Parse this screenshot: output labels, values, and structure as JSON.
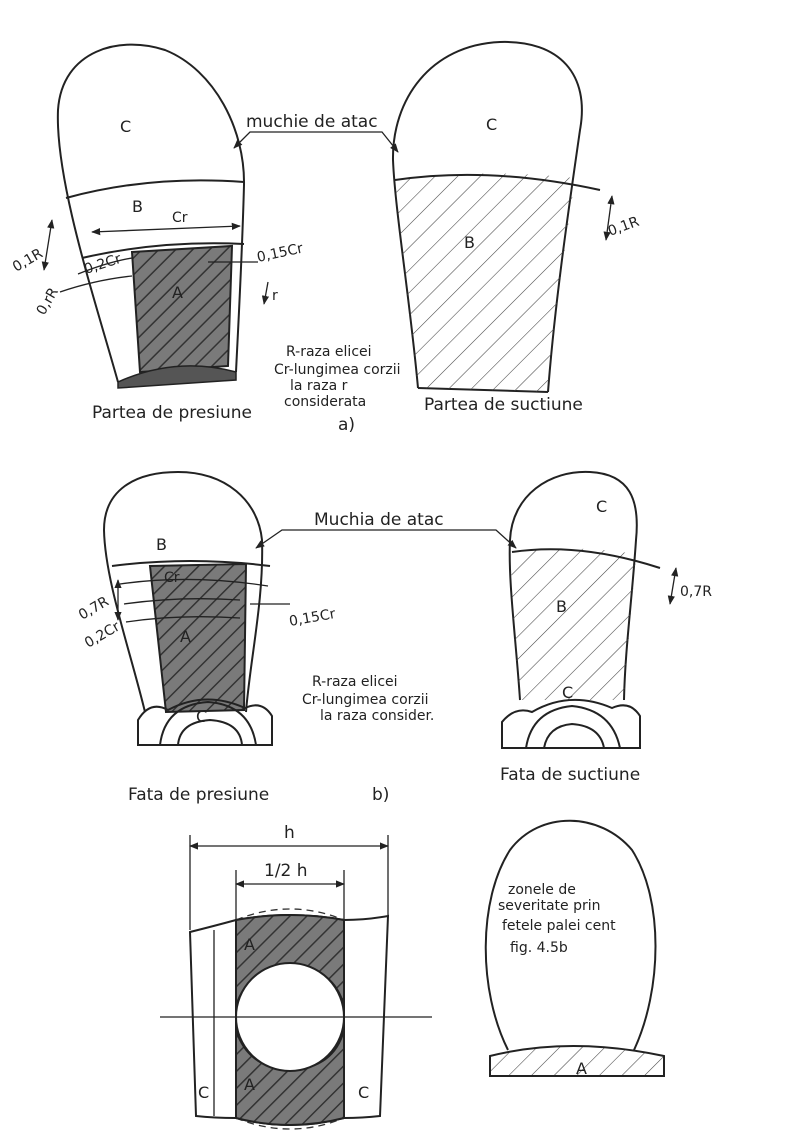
{
  "diagram_a": {
    "zone_c_left": "C",
    "zone_c_right": "C",
    "zone_b_left": "B",
    "zone_b_right": "B",
    "zone_a": "A",
    "leading_edge_label": "muchie de atac",
    "dim_cr": "Cr",
    "dim_01r_left": "0,1R",
    "dim_02cr": "0,2Cr",
    "dim_015cr": "0,15Cr",
    "dim_r": "r",
    "dim_01r_right": "0,1R",
    "dim_0rr": "0,rR",
    "note_line1": "R-raza elicei",
    "note_line2": "Cr-lungimea corzii",
    "note_line3": "la raza r",
    "note_line4": "considerata",
    "caption_left": "Partea de presiune",
    "caption_right": "Partea de suctiune",
    "caption_letter": "a)"
  },
  "diagram_b": {
    "zone_b_left": "B",
    "zone_c_left": "C",
    "zone_a": "A",
    "zone_c_right_top": "C",
    "zone_b_right": "B",
    "zone_c_right_hub": "C",
    "leading_edge_label": "Muchia de atac",
    "dim_cr": "Cr",
    "dim_07r": "0,7R",
    "dim_02cr": "0,2Cr",
    "dim_015cr": "0,15Cr",
    "dim_07r_right": "0,7R",
    "note_line1": "R-raza elicei",
    "note_line2": "Cr-lungimea corzii",
    "note_line3": "la raza consider.",
    "caption_left": "Fata de presiune",
    "caption_right": "Fata de suctiune",
    "caption_letter": "b)"
  },
  "diagram_c": {
    "dim_h": "h",
    "dim_half_h": "1/2 h",
    "zone_a_top": "A",
    "zone_a_bottom": "A",
    "zone_c_left": "C",
    "zone_c_right": "C",
    "note_line1": "zonele de",
    "note_line2": "severitate prin",
    "note_line3": "fetele palei cent",
    "note_line4": "fig. 4.5b",
    "zone_a_right": "A"
  }
}
